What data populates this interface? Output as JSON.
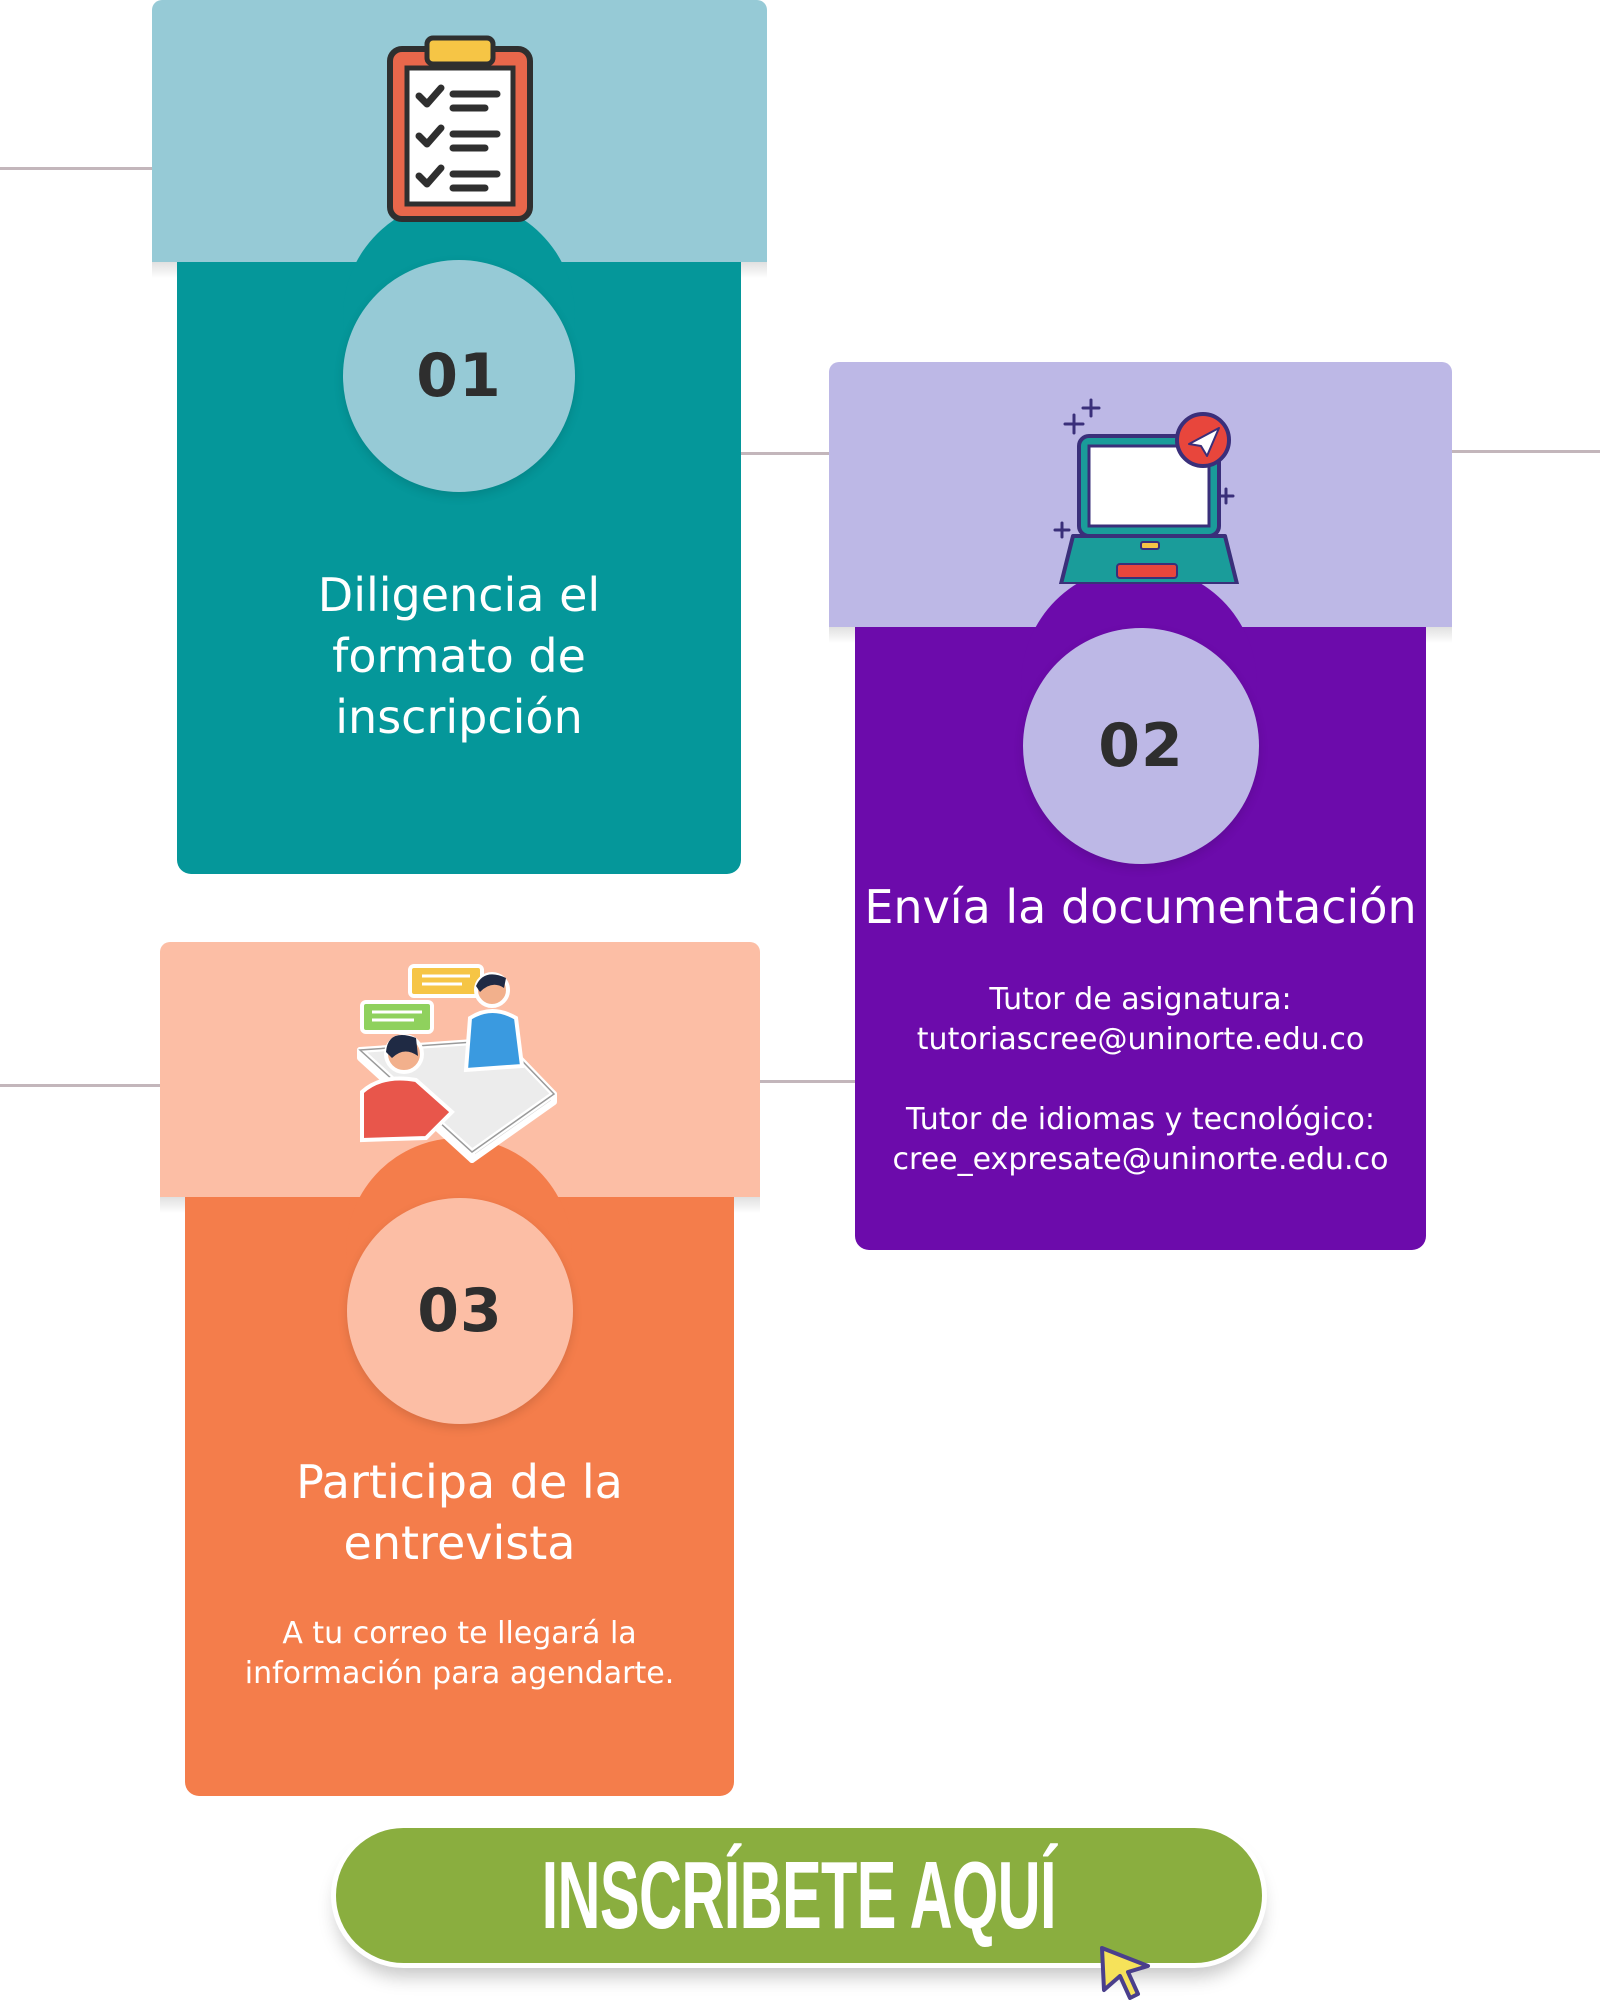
{
  "steps": [
    {
      "number": "01",
      "title": "Diligencia el\nformato de\ninscripción",
      "icon": "clipboard-checklist-icon"
    },
    {
      "number": "02",
      "title": "Envía la documentación",
      "body": "Tutor de asignatura:\ntutoriascree@uninorte.edu.co\n\nTutor de idiomas y tecnológico:\ncree_expresate@uninorte.edu.co",
      "icon": "laptop-send-icon"
    },
    {
      "number": "03",
      "title": "Participa de la\nentrevista",
      "body": "A tu correo te llegará la\ninformación para agendarte.",
      "icon": "interview-meeting-icon"
    }
  ],
  "cta": {
    "label": "INSCRÍBETE AQUÍ",
    "icon": "cursor-pointer-icon"
  },
  "colors": {
    "step1_light": "#96cad6",
    "step1_dark": "#05979a",
    "step2_light": "#bdb8e6",
    "step2_dark": "#6c0bab",
    "step3_light": "#fcbea5",
    "step3_dark": "#f47d4b",
    "cta": "#8aae3f"
  }
}
